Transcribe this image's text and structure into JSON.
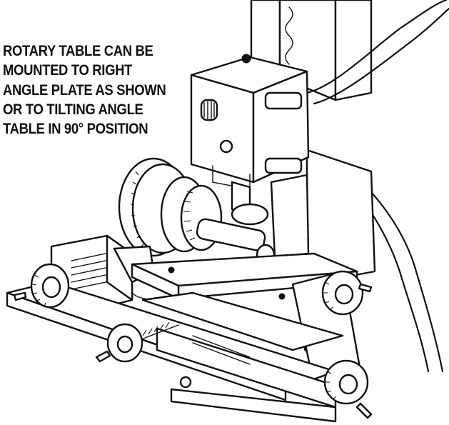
{
  "caption": {
    "lines": [
      "ROTARY TABLE CAN BE",
      "MOUNTED TO RIGHT",
      "ANGLE PLATE AS SHOWN",
      "OR TO TILTING ANGLE",
      "TABLE IN 90° POSITION"
    ]
  },
  "colors": {
    "ink": "#111111",
    "paper": "#ffffff"
  }
}
